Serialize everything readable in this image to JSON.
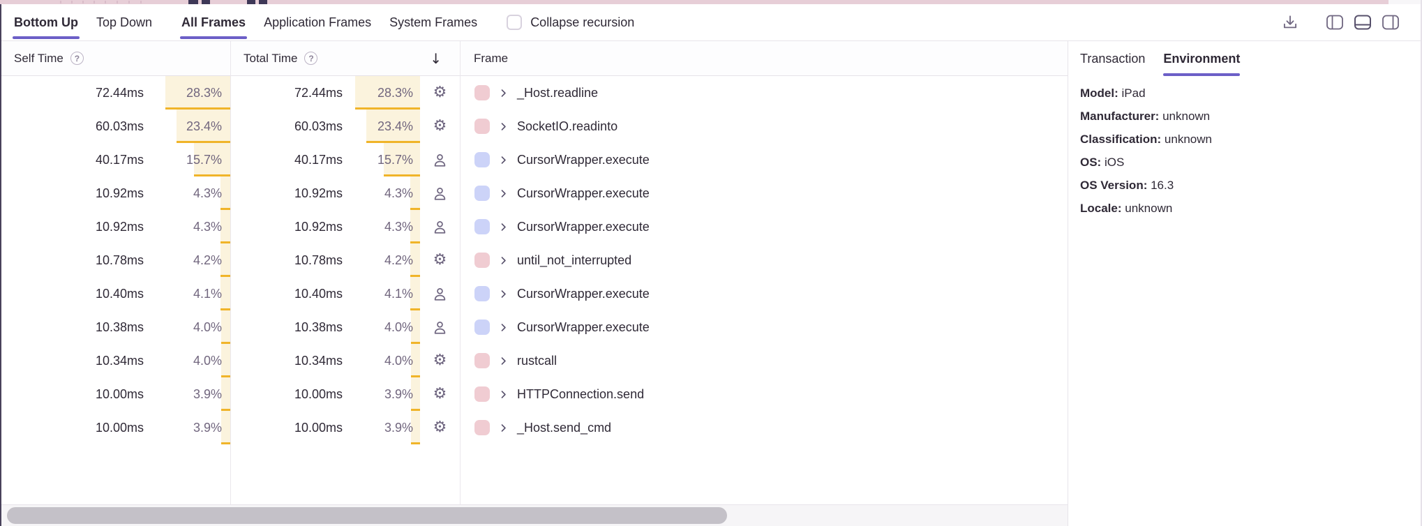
{
  "toolbar": {
    "view_tabs": [
      {
        "label": "Bottom Up",
        "active": true
      },
      {
        "label": "Top Down",
        "active": false
      }
    ],
    "frame_filters": [
      {
        "label": "All Frames",
        "active": true
      },
      {
        "label": "Application Frames",
        "active": false
      },
      {
        "label": "System Frames",
        "active": false
      }
    ],
    "collapse_recursion": {
      "label": "Collapse recursion",
      "checked": false
    },
    "icons": [
      "download-icon",
      "layout-left-panel-icon",
      "layout-bottom-panel-icon",
      "layout-right-panel-icon"
    ]
  },
  "table": {
    "columns": {
      "self": "Self Time",
      "total": "Total Time",
      "frame": "Frame"
    },
    "sort_icon": "↓",
    "rows": [
      {
        "self_time": "72.44ms",
        "self_pct": "28.3%",
        "total_time": "72.44ms",
        "total_pct": "28.3%",
        "pct": 28.3,
        "icon": "gear",
        "chip_color": "pink",
        "frame": "_Host.readline"
      },
      {
        "self_time": "60.03ms",
        "self_pct": "23.4%",
        "total_time": "60.03ms",
        "total_pct": "23.4%",
        "pct": 23.4,
        "icon": "gear",
        "chip_color": "pink",
        "frame": "SocketIO.readinto"
      },
      {
        "self_time": "40.17ms",
        "self_pct": "15.7%",
        "total_time": "40.17ms",
        "total_pct": "15.7%",
        "pct": 15.7,
        "icon": "user",
        "chip_color": "lavender",
        "frame": "CursorWrapper.execute"
      },
      {
        "self_time": "10.92ms",
        "self_pct": "4.3%",
        "total_time": "10.92ms",
        "total_pct": "4.3%",
        "pct": 4.3,
        "icon": "user",
        "chip_color": "lavender",
        "frame": "CursorWrapper.execute"
      },
      {
        "self_time": "10.92ms",
        "self_pct": "4.3%",
        "total_time": "10.92ms",
        "total_pct": "4.3%",
        "pct": 4.3,
        "icon": "user",
        "chip_color": "lavender",
        "frame": "CursorWrapper.execute"
      },
      {
        "self_time": "10.78ms",
        "self_pct": "4.2%",
        "total_time": "10.78ms",
        "total_pct": "4.2%",
        "pct": 4.2,
        "icon": "gear",
        "chip_color": "pink",
        "frame": "until_not_interrupted"
      },
      {
        "self_time": "10.40ms",
        "self_pct": "4.1%",
        "total_time": "10.40ms",
        "total_pct": "4.1%",
        "pct": 4.1,
        "icon": "user",
        "chip_color": "lavender",
        "frame": "CursorWrapper.execute"
      },
      {
        "self_time": "10.38ms",
        "self_pct": "4.0%",
        "total_time": "10.38ms",
        "total_pct": "4.0%",
        "pct": 4.0,
        "icon": "user",
        "chip_color": "lavender",
        "frame": "CursorWrapper.execute"
      },
      {
        "self_time": "10.34ms",
        "self_pct": "4.0%",
        "total_time": "10.34ms",
        "total_pct": "4.0%",
        "pct": 4.0,
        "icon": "gear",
        "chip_color": "pink",
        "frame": "rustcall"
      },
      {
        "self_time": "10.00ms",
        "self_pct": "3.9%",
        "total_time": "10.00ms",
        "total_pct": "3.9%",
        "pct": 3.9,
        "icon": "gear",
        "chip_color": "pink",
        "frame": "HTTPConnection.send"
      },
      {
        "self_time": "10.00ms",
        "self_pct": "3.9%",
        "total_time": "10.00ms",
        "total_pct": "3.9%",
        "pct": 3.9,
        "icon": "gear",
        "chip_color": "pink",
        "frame": "_Host.send_cmd"
      }
    ]
  },
  "details_panel": {
    "tabs": [
      {
        "label": "Transaction",
        "active": false
      },
      {
        "label": "Environment",
        "active": true
      }
    ],
    "environment": [
      {
        "label": "Model:",
        "value": "iPad"
      },
      {
        "label": "Manufacturer:",
        "value": "unknown"
      },
      {
        "label": "Classification:",
        "value": "unknown"
      },
      {
        "label": "OS:",
        "value": "iOS"
      },
      {
        "label": "OS Version:",
        "value": "16.3"
      },
      {
        "label": "Locale:",
        "value": "unknown"
      }
    ]
  },
  "colors": {
    "accent_purple": "#6c5fc7",
    "bar_fill": "#fbf3dd",
    "bar_line": "#f0b429",
    "chip_pink": "#f0ccd2",
    "chip_lavender": "#ccd3f8",
    "icon_gray": "#6f6680",
    "minimap_pink": "#e7ced7"
  }
}
